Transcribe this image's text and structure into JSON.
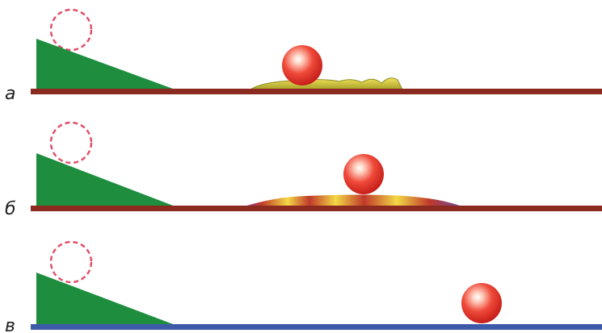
{
  "panels": [
    {
      "label": "а",
      "surface": "bumpy-coating"
    },
    {
      "label": "б",
      "surface": "layered-coating"
    },
    {
      "label": "в",
      "surface": "smooth"
    }
  ],
  "colors": {
    "ramp": "#1e8e3e",
    "ball": "#e8382e",
    "ball_highlight": "#ffd0c0",
    "start_outline": "#e0506a",
    "floor_a": "#8b2a1e",
    "floor_b": "#8b2a1e",
    "floor_c": "#3d5aa8",
    "coating_yellow": "#e8d640",
    "coating_olive": "#9c9a2a",
    "coating_red": "#c0392b",
    "coating_purple": "#6a4aa0"
  }
}
